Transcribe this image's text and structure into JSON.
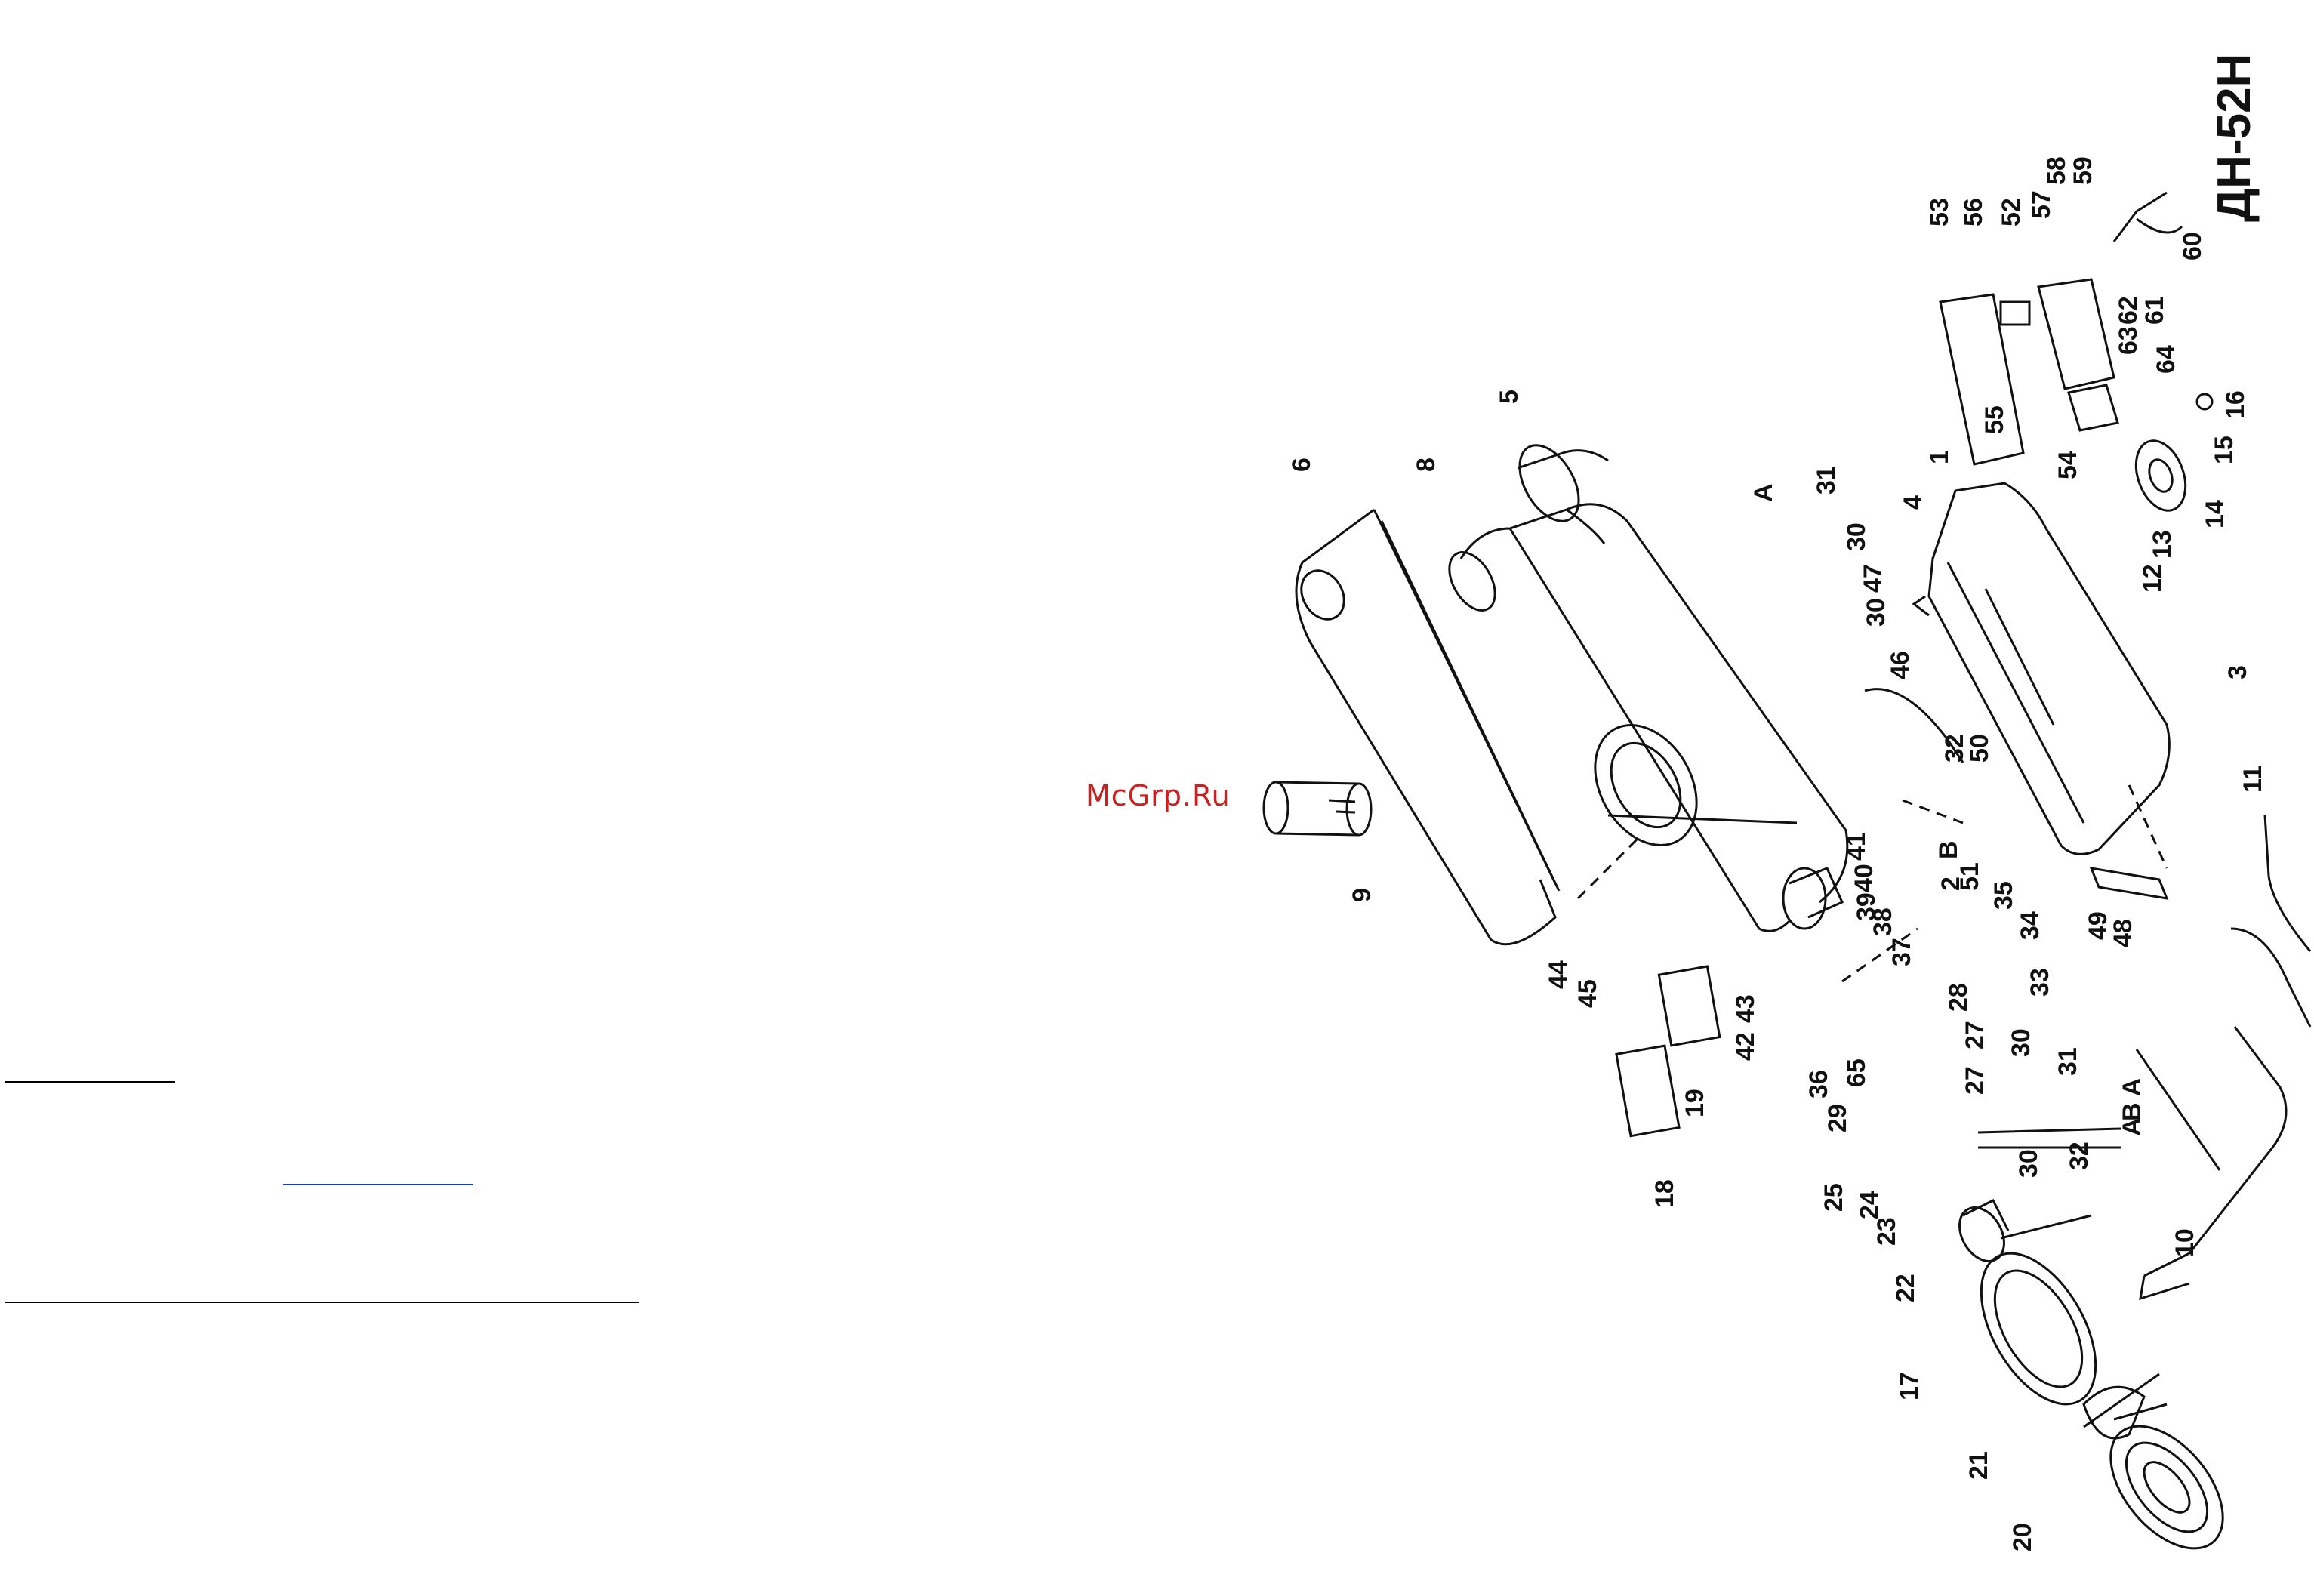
{
  "watermark": "McGrp.Ru",
  "model_title": "ДН-52Н",
  "callouts": [
    {
      "label": "1"
    },
    {
      "label": "2"
    },
    {
      "label": "3"
    },
    {
      "label": "4"
    },
    {
      "label": "5"
    },
    {
      "label": "6"
    },
    {
      "label": "8"
    },
    {
      "label": "9"
    },
    {
      "label": "10"
    },
    {
      "label": "11"
    },
    {
      "label": "12"
    },
    {
      "label": "13"
    },
    {
      "label": "14"
    },
    {
      "label": "15"
    },
    {
      "label": "16"
    },
    {
      "label": "17"
    },
    {
      "label": "18"
    },
    {
      "label": "19"
    },
    {
      "label": "20"
    },
    {
      "label": "21"
    },
    {
      "label": "22"
    },
    {
      "label": "23"
    },
    {
      "label": "24"
    },
    {
      "label": "25"
    },
    {
      "label": "27"
    },
    {
      "label": "27"
    },
    {
      "label": "28"
    },
    {
      "label": "29"
    },
    {
      "label": "30"
    },
    {
      "label": "30"
    },
    {
      "label": "30"
    },
    {
      "label": "30"
    },
    {
      "label": "31"
    },
    {
      "label": "31"
    },
    {
      "label": "32"
    },
    {
      "label": "32"
    },
    {
      "label": "33"
    },
    {
      "label": "34"
    },
    {
      "label": "35"
    },
    {
      "label": "36"
    },
    {
      "label": "37"
    },
    {
      "label": "38"
    },
    {
      "label": "39"
    },
    {
      "label": "40"
    },
    {
      "label": "41"
    },
    {
      "label": "42"
    },
    {
      "label": "43"
    },
    {
      "label": "44"
    },
    {
      "label": "45"
    },
    {
      "label": "46"
    },
    {
      "label": "47"
    },
    {
      "label": "48"
    },
    {
      "label": "49"
    },
    {
      "label": "50"
    },
    {
      "label": "51"
    },
    {
      "label": "52"
    },
    {
      "label": "53"
    },
    {
      "label": "54"
    },
    {
      "label": "55"
    },
    {
      "label": "56"
    },
    {
      "label": "57"
    },
    {
      "label": "58"
    },
    {
      "label": "59"
    },
    {
      "label": "60"
    },
    {
      "label": "61"
    },
    {
      "label": "62"
    },
    {
      "label": "63"
    },
    {
      "label": "64"
    },
    {
      "label": "65"
    },
    {
      "label": "A"
    },
    {
      "label": "A"
    },
    {
      "label": "B"
    },
    {
      "label": "B A"
    }
  ]
}
